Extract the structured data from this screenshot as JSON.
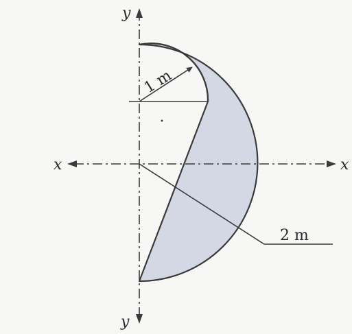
{
  "axes": {
    "y_top_label": "y",
    "y_bottom_label": "y",
    "x_left_label": "x",
    "x_right_label": "x"
  },
  "dimensions": {
    "small_radius_label": "1 m",
    "large_radius_label": "2 m"
  },
  "colors": {
    "shaded_region": "#d4d8e4",
    "outline": "#3a3a3a",
    "background": "#f7f7f5"
  }
}
